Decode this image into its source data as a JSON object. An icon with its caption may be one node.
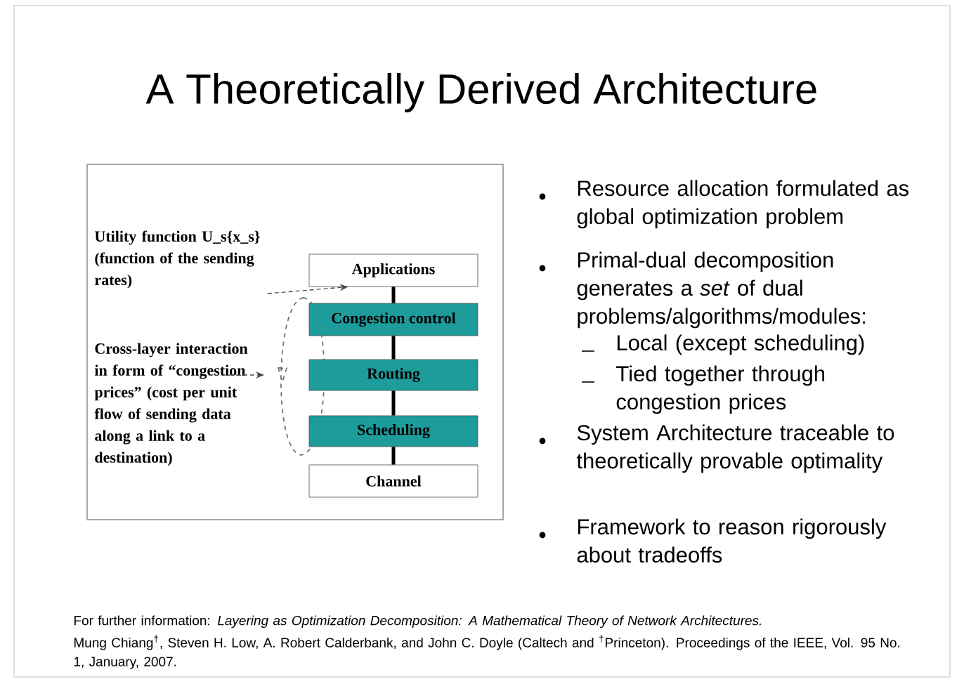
{
  "diagram": {
    "title": "A Theoretically Derived Architecture",
    "nodes": [
      {
        "text": [
          "Utility function U_s{x_s} (function of the sending rates)"
        ]
      },
      {
        "text": [
          "Applications"
        ]
      },
      {
        "text": [
          "Congestion control"
        ]
      },
      {
        "text": [
          "Routing"
        ]
      },
      {
        "text": [
          "Scheduling"
        ]
      },
      {
        "text": [
          "Channel"
        ]
      },
      {
        "text": [
          "Cross-layer interaction in form of “congestion prices” (cost per unit flow of sending data along a link to a destination)"
        ]
      }
    ],
    "edges": [
      {
        "from": 0,
        "to": 1,
        "arrow": "to",
        "style": "dashed"
      },
      {
        "from": 1,
        "to": 2,
        "arrow": "none"
      },
      {
        "from": 2,
        "to": 3,
        "arrow": "none"
      },
      {
        "from": 6,
        "to": null,
        "arrow": "to",
        "style": "dashed"
      },
      {
        "from": 3,
        "to": 4,
        "arrow": "none"
      },
      {
        "from": 4,
        "to": 5,
        "arrow": "none"
      }
    ],
    "labels": [
      "Resource allocation formulated as global optimization problem",
      "Primal-dual decomposition generates a *set* of dual problems/algorithms/modules:",
      "Local (except scheduling)",
      "Tied together through congestion prices",
      "System Architecture traceable to theoretically provable optimality",
      "Framework to reason rigorously about tradeoffs",
      "For further information: *Layering as Optimization Decomposition: A Mathematical Theory of Network Architectures.*",
      "Mung Chiang$^{†}$, Steven H. Low, A. Robert Calderbank, and John C. Doyle (Caltech and $^{†}$Princeton). Proceedings of the IEEE, Vol. 95 No. 1, January, 2007."
    ]
  }
}
